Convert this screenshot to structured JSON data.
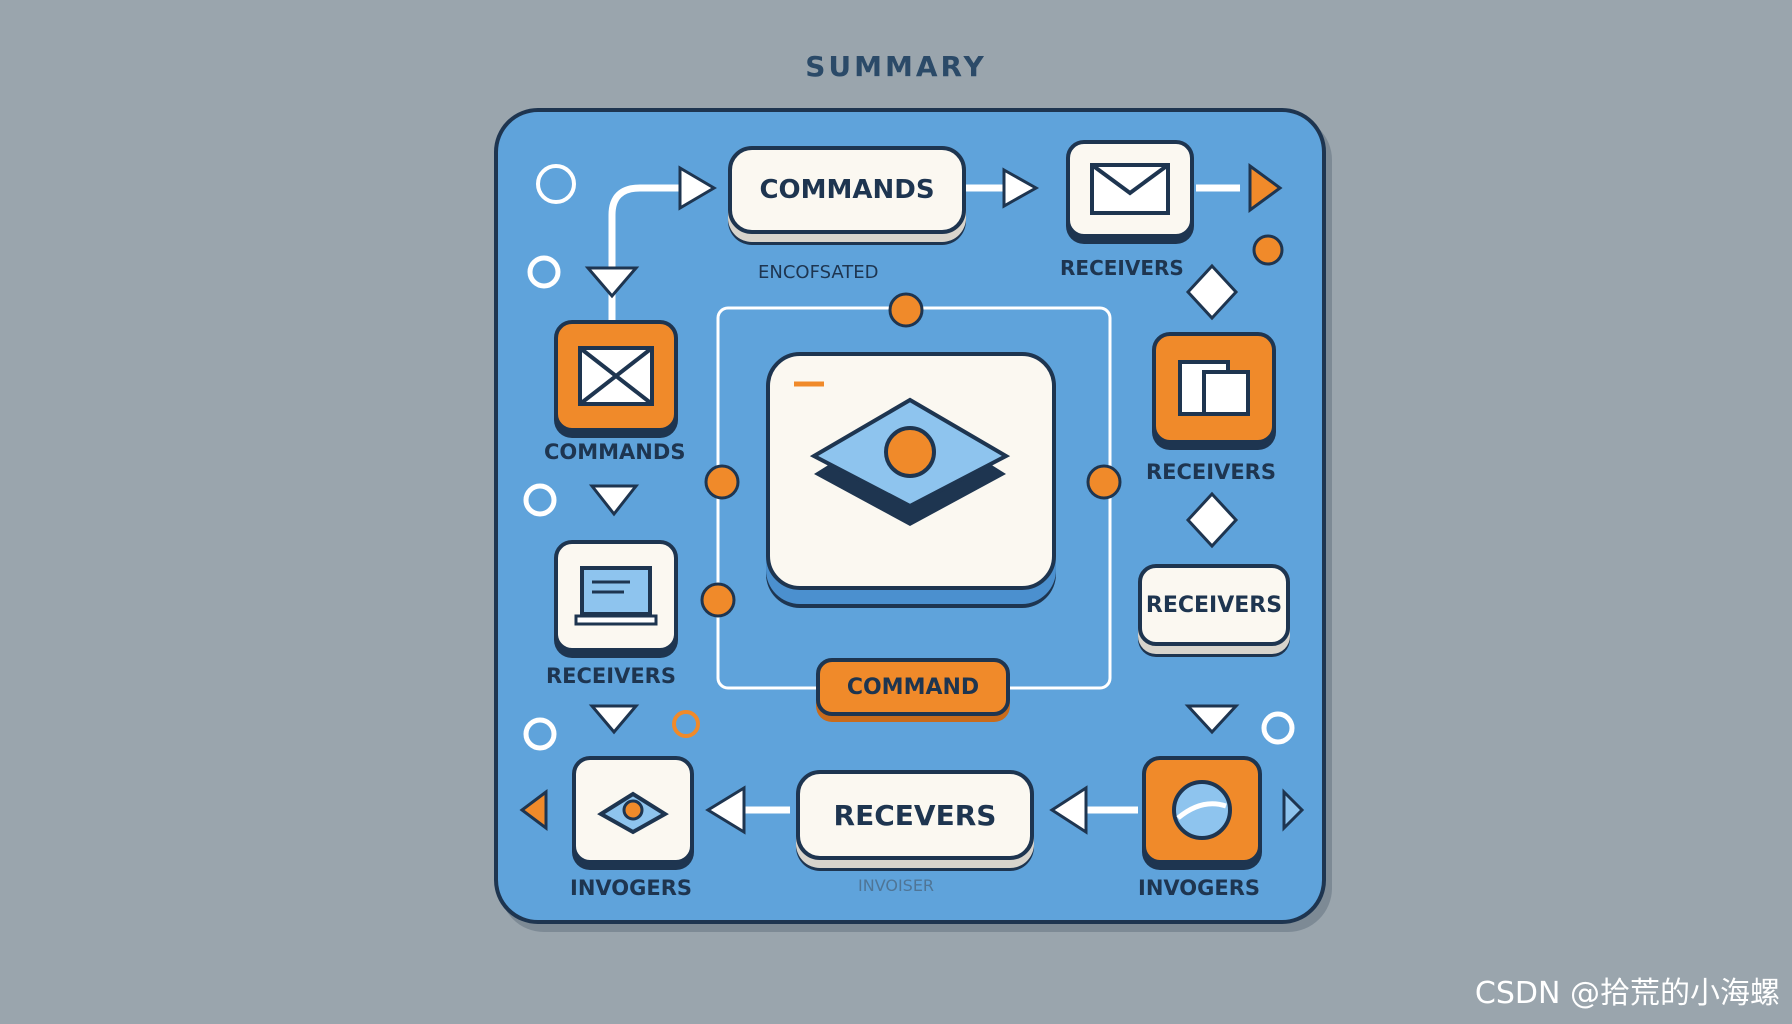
{
  "title": "SUMMARY",
  "top_pill": "COMMANDS",
  "encapsulated": "ENCOFSATED",
  "receivers_top": "RECEIVERS",
  "left_commands": "COMMANDS",
  "left_receivers": "RECEIVERS",
  "right_receivers_1": "RECEIVERS",
  "right_receivers_pill": "RECEIVERS",
  "command_pill": "COMMAND",
  "bottom_pill": "RECEVERS",
  "invoser": "INVOISER",
  "invogers_left": "INVOGERS",
  "invogers_right": "INVOGERS",
  "watermark": "CSDN @拾荒的小海螺",
  "colors": {
    "background": "#9aa5ad",
    "board": "#5fa3db",
    "accent": "#f08a2a",
    "outline": "#1e3550"
  }
}
